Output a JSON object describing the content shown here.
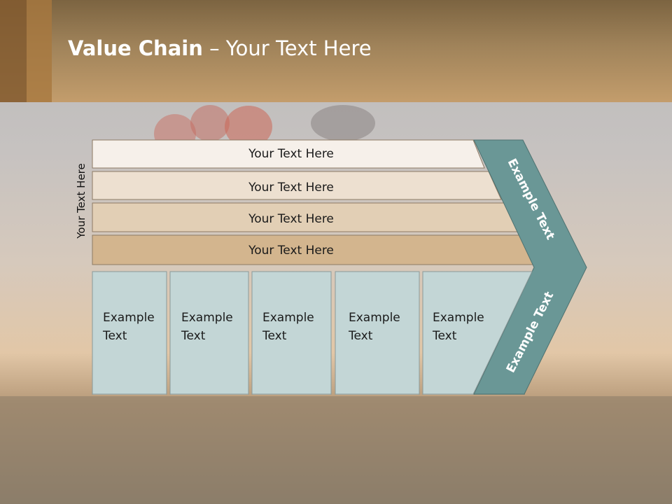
{
  "slide": {
    "title_bold": "Value Chain",
    "title_rest": " – Your Text Here",
    "vertical_label": "Your Text Here"
  },
  "rows": [
    {
      "label": "Your Text Here",
      "color": "#f6f0ea"
    },
    {
      "label": "Your Text Here",
      "color": "#ede0d0"
    },
    {
      "label": "Your Text Here",
      "color": "#e2cfb5"
    },
    {
      "label": "Your Text Here",
      "color": "#d3b58e"
    }
  ],
  "boxes": [
    {
      "line1": "Example",
      "line2": "Text"
    },
    {
      "line1": "Example",
      "line2": "Text"
    },
    {
      "line1": "Example",
      "line2": "Text"
    },
    {
      "line1": "Example",
      "line2": "Text"
    },
    {
      "line1": "Example",
      "line2": "Text"
    }
  ],
  "chevron": {
    "upper_label": "Example Text",
    "lower_label": "Example Text",
    "color": "#6a9796"
  },
  "colors": {
    "box_fill": "#c3d6d6",
    "header_brown": "#a0835a"
  }
}
